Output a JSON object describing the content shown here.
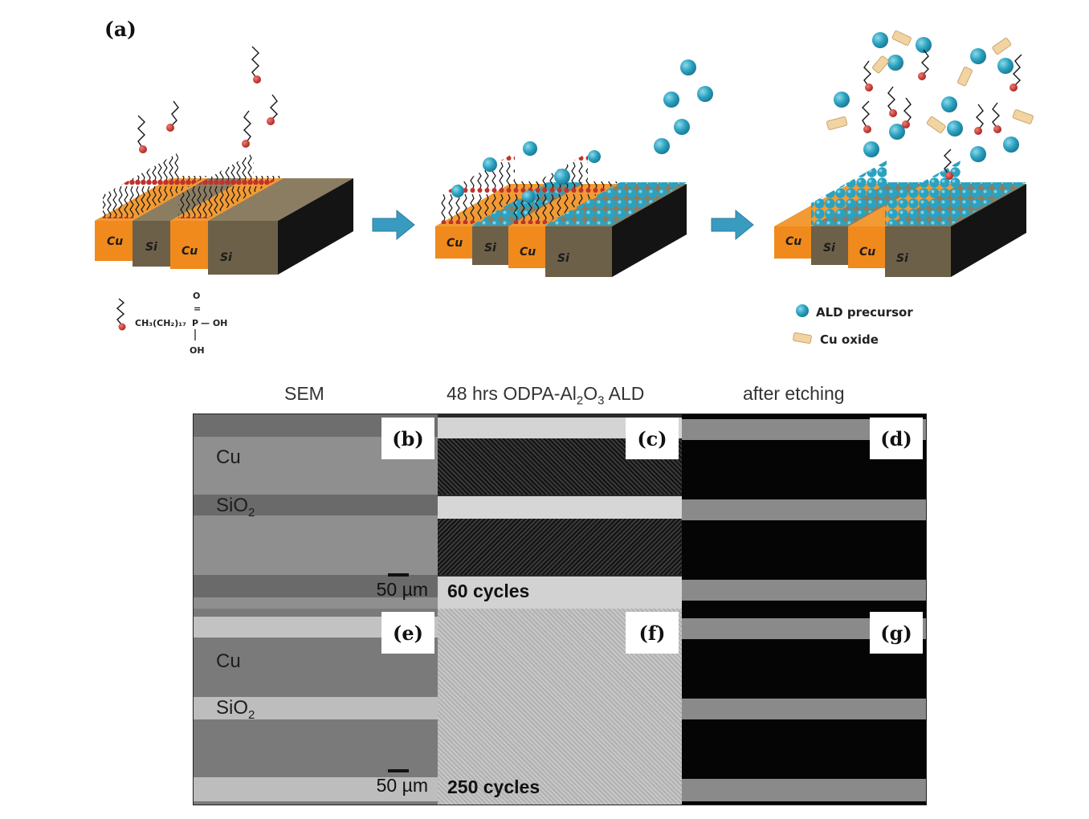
{
  "panel_labels": {
    "a": "(a)",
    "b": "(b)",
    "c": "(c)",
    "d": "(d)",
    "e": "(e)",
    "f": "(f)",
    "g": "(g)"
  },
  "schematic": {
    "layer_labels": [
      "Cu",
      "Si",
      "Cu",
      "Si"
    ],
    "chem": {
      "formula": "CH₃(CH₂)₁₇",
      "p": "P",
      "dbl": "=",
      "o_top": "O",
      "oh_right": "— OH",
      "oh_bottom": "OH"
    },
    "legend": {
      "precursor": "ALD precursor",
      "oxide": "Cu oxide"
    },
    "colors": {
      "cu": "#f08a1c",
      "si": "#6d6048",
      "precursor": "#2aa2c0",
      "oxide": "#f2d4a2",
      "head": "#c0322d",
      "arrow": "#3a9bc0"
    }
  },
  "columns": {
    "sem": "SEM",
    "ald_prefix": "48 hrs ODPA-Al",
    "ald_sub1": "2",
    "ald_mid": "O",
    "ald_sub2": "3",
    "ald_suffix": " ALD",
    "etch": "after etching"
  },
  "materials": {
    "cu": "Cu",
    "sio2": "SiO",
    "sio2_sub": "2"
  },
  "scale": "50 µm",
  "cycles": {
    "c": "60 cycles",
    "f": "250 cycles"
  }
}
